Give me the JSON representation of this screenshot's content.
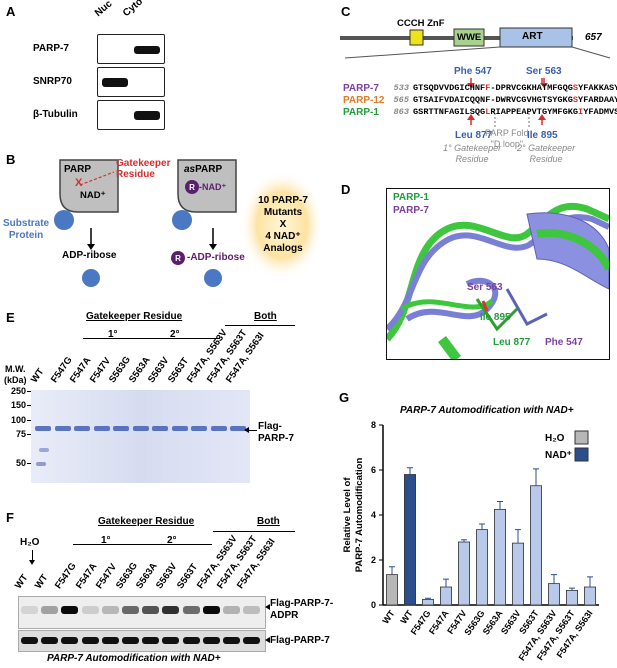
{
  "panelA": {
    "letter": "A",
    "cols": [
      "Nuc",
      "Cyto"
    ],
    "rows": [
      "PARP-7",
      "SNRP70",
      "β-Tubulin"
    ]
  },
  "panelB": {
    "letter": "B",
    "parp": "PARP",
    "asparp_prefix": "as",
    "asparp_suffix": "PARP",
    "gatekeeper": "Gatekeeper\nResidue",
    "x_mark": "X",
    "nad": "NAD⁺",
    "r_nad": "-NAD⁺",
    "r": "R",
    "substrate": "Substrate\nProtein",
    "adp_ribose": "ADP-ribose",
    "r_adp_ribose": "-ADP-ribose",
    "mutants_box": "10 PARP-7\nMutants\nX\n4 NAD⁺\nAnalogs"
  },
  "panelC": {
    "letter": "C",
    "domain_znf": "CCCH ZnF",
    "domain_wwe": "WWE",
    "domain_art": "ART",
    "length": "657",
    "phe": "Phe 547",
    "ser": "Ser 563",
    "leu": "Leu 877",
    "ile": "Ile 895",
    "fold": "PARP Fold\n\"D loop\"",
    "g1": "1° Gatekeeper\nResidue",
    "g2": "2° Gatekeeper\nResidue",
    "seqs": [
      {
        "name": "PARP-7",
        "color": "#7b3fa0",
        "start": "533",
        "pre": "GTSQDVVDGICHNF",
        "hl1": "F",
        "mid": "-DPRVCGKHATMFGQG",
        "hl2": "S",
        "post": "YFAKKASYSHN"
      },
      {
        "name": "PARP-12",
        "color": "#e07b26",
        "start": "565",
        "pre": "GTSAIFVDAICQQNF",
        "hl1": "",
        "mid": "-DWRVCGVHGTSYGKG",
        "hl2": "S",
        "post": "YFARDAAYSHH"
      },
      {
        "name": "PARP-1",
        "color": "#1f9e3a",
        "start": "863",
        "pre": "GSRTTNFAGILSQG",
        "hl1": "L",
        "mid": "RIAPPEAPVTGYMFGKG",
        "hl2": "I",
        "post": "YFADMVSKSAN"
      }
    ]
  },
  "panelD": {
    "letter": "D",
    "legend": [
      "PARP-1",
      "PARP-7"
    ],
    "labels": {
      "ser": "Ser 563",
      "ile": "Ile 895",
      "leu": "Leu 877",
      "phe": "Phe 547"
    }
  },
  "panelE": {
    "letter": "E",
    "title": "Gatekeeper Residue",
    "both": "Both",
    "g1": "1°",
    "g2": "2°",
    "mw_label": "M.W.\n(kDa)",
    "mw": [
      "250",
      "150",
      "100",
      "75",
      "50"
    ],
    "lanes": [
      "WT",
      "F547G",
      "F547A",
      "F547V",
      "S563G",
      "S563A",
      "S563V",
      "S563T",
      "F547A, S563V",
      "F547A, S563T",
      "F547A, S563I"
    ],
    "band_label": "Flag-\nPARP-7"
  },
  "panelF": {
    "letter": "F",
    "title": "Gatekeeper Residue",
    "both": "Both",
    "g1": "1°",
    "g2": "2°",
    "h2o": "H₂O",
    "lanes": [
      "WT",
      "WT",
      "F547G",
      "F547A",
      "F547V",
      "S563G",
      "S563A",
      "S563V",
      "S563T",
      "F547A, S563V",
      "F547A, S563T",
      "F547A, S563I"
    ],
    "band1": "Flag-PARP-7-\nADPR",
    "band2": "Flag-PARP-7",
    "caption": "PARP-7 Automodification with NAD+"
  },
  "panelG": {
    "letter": "G"
  },
  "chart_data": {
    "type": "bar",
    "title": "PARP-7 Automodification with NAD+",
    "ylabel": "Relative Level of\nPARP-7 Automodification",
    "xlabel": "",
    "ylim": [
      0,
      8
    ],
    "yticks": [
      0,
      2,
      4,
      6,
      8
    ],
    "categories": [
      "WT",
      "WT",
      "F547G",
      "F547A",
      "F547V",
      "S563G",
      "S563A",
      "S563V",
      "S563T",
      "F547A, S563V",
      "F547A, S563T",
      "F547A, S563I"
    ],
    "values": [
      1.35,
      5.8,
      0.25,
      0.8,
      2.8,
      3.35,
      4.25,
      2.75,
      5.3,
      0.95,
      0.65,
      0.8
    ],
    "errors": [
      0.35,
      0.3,
      0.05,
      0.35,
      0.1,
      0.25,
      0.35,
      0.6,
      0.75,
      0.4,
      0.1,
      0.45
    ],
    "bar_colors": [
      "#b7b7b7",
      "#2b4e8c",
      "#b8c9ea",
      "#b8c9ea",
      "#b8c9ea",
      "#b8c9ea",
      "#b8c9ea",
      "#b8c9ea",
      "#b8c9ea",
      "#b8c9ea",
      "#b8c9ea",
      "#b8c9ea"
    ],
    "legend": [
      {
        "name": "H₂O",
        "color": "#b7b7b7"
      },
      {
        "name": "NAD⁺",
        "color": "#2b4e8c"
      }
    ],
    "legend_position": "top-right"
  }
}
